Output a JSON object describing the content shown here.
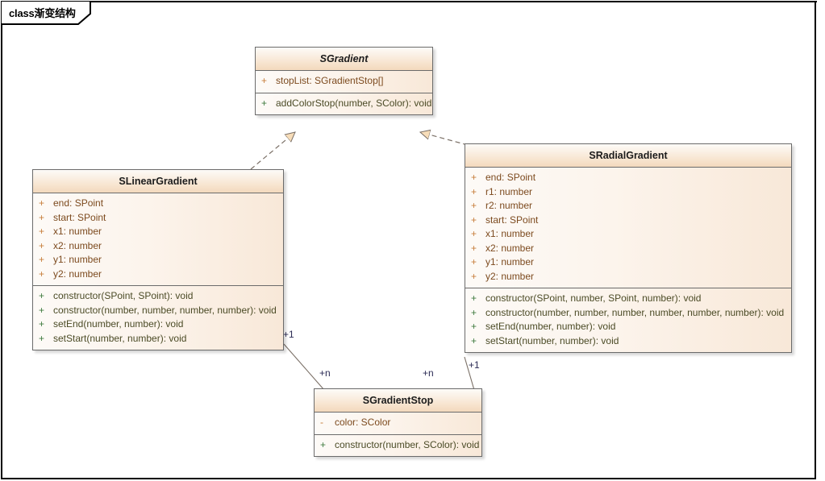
{
  "frame": {
    "tab_label": "class渐变结构",
    "border_color": "#000000"
  },
  "theme": {
    "class_border": "#6b6b6b",
    "header_gradient_top": "#fdfbf8",
    "header_gradient_bottom": "#f3d9bd",
    "body_gradient_left": "#fdfaf7",
    "body_gradient_right": "#f8e8d8",
    "attribute_visibility_color": "#c77d3a",
    "attribute_text_color": "#7c4a1e",
    "method_visibility_color": "#3e7a3e",
    "method_text_color": "#4b4b26",
    "connector_color": "#7a6f66",
    "arrowhead_fill": "#f7ddb9",
    "multiplicity_color": "#2b2b55"
  },
  "classes": {
    "sgradient": {
      "name": "SGradient",
      "abstract": true,
      "attributes": [
        {
          "visibility": "+",
          "text": "stopList: SGradientStop[]"
        }
      ],
      "methods": [
        {
          "visibility": "+",
          "text": "addColorStop(number, SColor): void"
        }
      ]
    },
    "slineargradient": {
      "name": "SLinearGradient",
      "abstract": false,
      "attributes": [
        {
          "visibility": "+",
          "text": "end: SPoint"
        },
        {
          "visibility": "+",
          "text": "start: SPoint"
        },
        {
          "visibility": "+",
          "text": "x1: number"
        },
        {
          "visibility": "+",
          "text": "x2: number"
        },
        {
          "visibility": "+",
          "text": "y1: number"
        },
        {
          "visibility": "+",
          "text": "y2: number"
        }
      ],
      "methods": [
        {
          "visibility": "+",
          "text": "constructor(SPoint, SPoint): void"
        },
        {
          "visibility": "+",
          "text": "constructor(number, number, number, number): void"
        },
        {
          "visibility": "+",
          "text": "setEnd(number, number): void"
        },
        {
          "visibility": "+",
          "text": "setStart(number, number): void"
        }
      ]
    },
    "sradialgradient": {
      "name": "SRadialGradient",
      "abstract": false,
      "attributes": [
        {
          "visibility": "+",
          "text": "end: SPoint"
        },
        {
          "visibility": "+",
          "text": "r1: number"
        },
        {
          "visibility": "+",
          "text": "r2: number"
        },
        {
          "visibility": "+",
          "text": "start: SPoint"
        },
        {
          "visibility": "+",
          "text": "x1: number"
        },
        {
          "visibility": "+",
          "text": "x2: number"
        },
        {
          "visibility": "+",
          "text": "y1: number"
        },
        {
          "visibility": "+",
          "text": "y2: number"
        }
      ],
      "methods": [
        {
          "visibility": "+",
          "text": "constructor(SPoint, number, SPoint, number): void"
        },
        {
          "visibility": "+",
          "text": "constructor(number, number, number, number, number, number): void"
        },
        {
          "visibility": "+",
          "text": "setEnd(number, number): void"
        },
        {
          "visibility": "+",
          "text": "setStart(number, number): void"
        }
      ]
    },
    "sgradientstop": {
      "name": "SGradientStop",
      "abstract": false,
      "attributes": [
        {
          "visibility": "-",
          "text": "color: SColor"
        }
      ],
      "methods": [
        {
          "visibility": "+",
          "text": "constructor(number, SColor): void"
        }
      ]
    }
  },
  "relationships": {
    "linear_realizes_gradient": {
      "type": "realization",
      "from": "SLinearGradient",
      "to": "SGradient"
    },
    "radial_realizes_gradient": {
      "type": "realization",
      "from": "SRadialGradient",
      "to": "SGradient"
    },
    "linear_to_stop": {
      "type": "association",
      "from": "SLinearGradient",
      "to": "SGradientStop",
      "source_multiplicity": "+1",
      "target_multiplicity": "+n"
    },
    "radial_to_stop": {
      "type": "association",
      "from": "SRadialGradient",
      "to": "SGradientStop",
      "source_multiplicity": "+1",
      "target_multiplicity": "+n"
    }
  },
  "multiplicity_labels": {
    "linear_one": "+1",
    "linear_many": "+n",
    "radial_many": "+n",
    "radial_one": "+1"
  }
}
